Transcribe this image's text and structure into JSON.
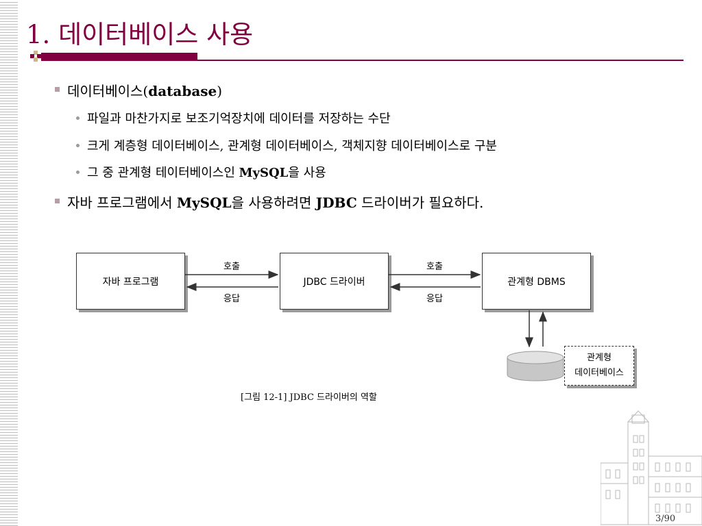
{
  "slide": {
    "title": "1. 데이터베이스 사용",
    "page": "3/90"
  },
  "bullets": {
    "b1": {
      "text": "데이터베이스(",
      "bold": "database",
      "end": ")"
    },
    "b1_sub1": "파일과 마찬가지로 보조기억장치에 데이터를 저장하는 수단",
    "b1_sub2": "크게 계층형 데이터베이스, 관계형 데이터베이스, 객체지향 데이터베이스로 구분",
    "b1_sub3": {
      "text": "그 중 관계형 테이터베이스인 ",
      "bold": "MySQL",
      "end": "을 사용"
    },
    "b2": {
      "text": "자바 프로그램에서 ",
      "bold1": "MySQL",
      "mid": "을 사용하려면 ",
      "bold2": "JDBC",
      "end": " 드라이버가 필요하다."
    }
  },
  "diagram": {
    "box_java": "자바 프로그램",
    "box_jdbc": "JDBC 드라이버",
    "box_dbms": "관계형 DBMS",
    "call1": "호출",
    "resp1": "응답",
    "call2": "호출",
    "resp2": "응답",
    "db_label_line1": "관계형",
    "db_label_line2": "데이터베이스",
    "caption": "[그림 12-1] JDBC 드라이버의 역할"
  }
}
